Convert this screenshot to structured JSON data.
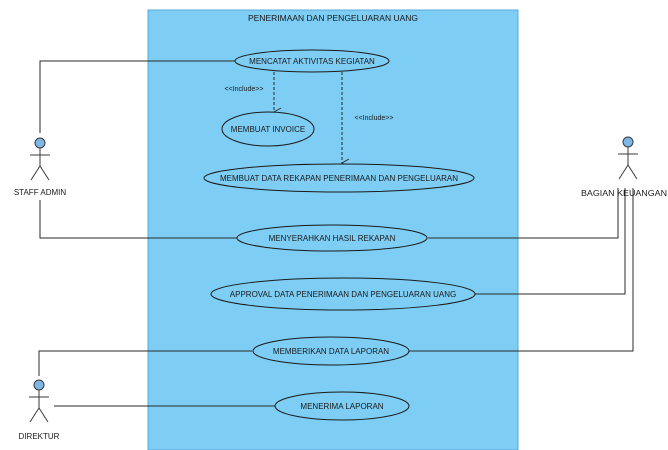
{
  "system": {
    "title": "PENERIMAAN DAN PENGELUARAN UANG",
    "fill": "#7ecdf4",
    "stroke": "#5aa8d8"
  },
  "actors": {
    "staff_admin": "STAFF ADMIN",
    "bagian_keuangan": "BAGIAN KEUANGAN",
    "direktur": "DIREKTUR"
  },
  "use_cases": {
    "mencatat": "MENCATAT AKTIVITAS KEGIATAN",
    "invoice": "MEMBUAT INVOICE",
    "rekapan": "MEMBUAT DATA REKAPAN PENERIMAAN DAN PENGELUARAN",
    "menyerahkan": "MENYERAHKAN HASIL REKAPAN",
    "approval": "APPROVAL DATA PENERIMAAN DAN PENGELUARAN UANG",
    "memberikan": "MEMBERIKAN DATA LAPORAN",
    "menerima": "MENERIMA LAPORAN"
  },
  "relations": {
    "include_invoice": "<<Include>>",
    "include_rekapan": "<<Include>>"
  }
}
